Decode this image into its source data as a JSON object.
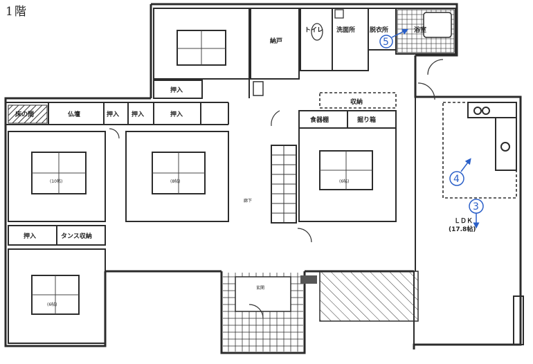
{
  "floor_label": "1階",
  "rooms": {
    "nando": "納戸",
    "toilet": "トイレ",
    "senmenjo": "洗面所",
    "datsuijo": "脱衣所",
    "yokushitsu": "浴室",
    "oshiire_top": "押入",
    "tokonoma": "床の間",
    "butsudan": "仏壇",
    "oshiire_a": "押入",
    "oshiire_b": "押入",
    "oshiire_c": "押入",
    "oshiire_left": "押入",
    "tansu": "タンス収納",
    "shuno_dashed": "収納",
    "shokkidana": "食器棚",
    "hori_bako": "掘り箱",
    "rouka": "廊下",
    "genkan": "玄関",
    "ldk_name": "ＬＤＫ",
    "ldk_size": "(17.8帖)",
    "washitsu_1_size": "(10帖)",
    "washitsu_2_size": "(8帖)",
    "washitsu_3_size": "(6帖)",
    "washitsu_4_size": "(6帖)"
  },
  "markers": [
    {
      "id": "m5",
      "label": "5"
    },
    {
      "id": "m4",
      "label": "4"
    },
    {
      "id": "m3",
      "label": "3"
    }
  ],
  "colors": {
    "wall": "#2b2b2b",
    "marker": "#2a5fc8",
    "background": "#ffffff"
  }
}
